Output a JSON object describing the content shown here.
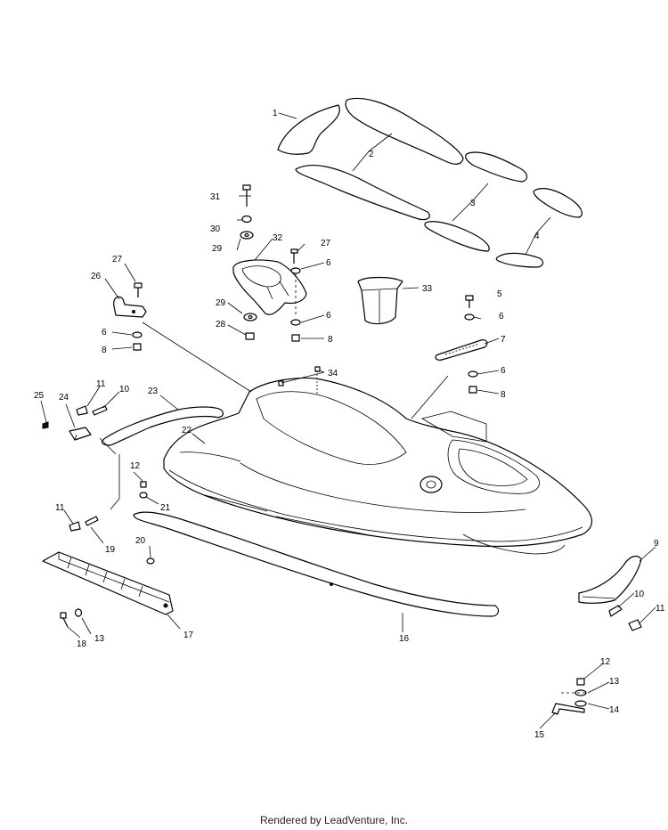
{
  "callouts": {
    "c1": "1",
    "c2": "2",
    "c3": "3",
    "c4": "4",
    "c5": "5",
    "c6a": "6",
    "c6b": "6",
    "c6c": "6",
    "c6d": "6",
    "c6e": "6",
    "c7": "7",
    "c8a": "8",
    "c8b": "8",
    "c8c": "8",
    "c9": "9",
    "c10a": "10",
    "c10b": "10",
    "c11a": "11",
    "c11b": "11",
    "c11c": "11",
    "c12a": "12",
    "c12b": "12",
    "c13a": "13",
    "c13b": "13",
    "c14": "14",
    "c15": "15",
    "c16": "16",
    "c17": "17",
    "c18": "18",
    "c19": "19",
    "c20": "20",
    "c21": "21",
    "c22": "22",
    "c23": "23",
    "c24": "24",
    "c25": "25",
    "c26": "26",
    "c27a": "27",
    "c27b": "27",
    "c28": "28",
    "c29a": "29",
    "c29b": "29",
    "c30": "30",
    "c31": "31",
    "c32": "32",
    "c33": "33",
    "c34": "34"
  },
  "footer": "Rendered by LeadVenture, Inc."
}
